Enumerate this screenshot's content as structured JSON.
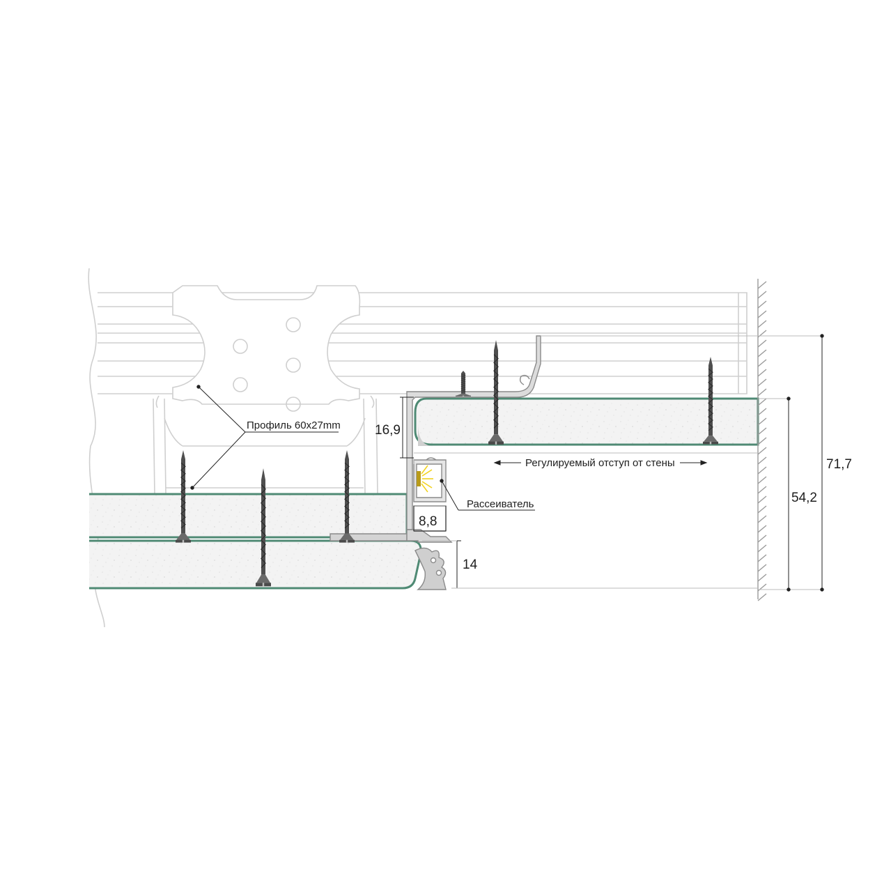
{
  "labels": {
    "profile": "Профиль 60х27mm",
    "offset": "Регулируемый отступ от стены",
    "diffuser": "Рассеиватель"
  },
  "dimensions": {
    "d_16_9": "16,9",
    "d_8_8": "8,8",
    "d_14": "14",
    "d_54_2": "54,2",
    "d_71_7": "71,7"
  },
  "colors": {
    "board_edge": "#4f8a74",
    "board_fill": "#f4f4f4",
    "profile_fill": "#d9d9d9",
    "outline": "#c8c8c8",
    "screw": "#5a5a5a",
    "dim_line": "#222222",
    "led": "#f2d21e"
  },
  "icons": {
    "screw": "screw-icon",
    "led": "led-icon",
    "wall": "wall-hatch"
  }
}
